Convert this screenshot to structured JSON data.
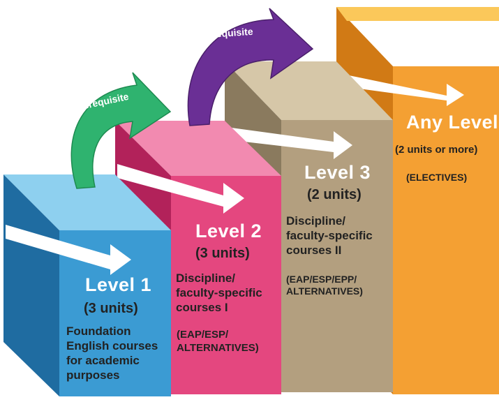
{
  "diagram": {
    "arrows": [
      {
        "label": "Prerequisite",
        "color": "#2fb36f"
      },
      {
        "label": "Prerequisite",
        "color": "#6a2f95"
      }
    ],
    "levels": [
      {
        "title": "Level 1",
        "units": "(3 units)",
        "description": [
          "Foundation",
          "English courses",
          "for academic",
          "purposes"
        ],
        "types": [],
        "colors": {
          "front": "#3b9bd3",
          "top": "#8ed0ef",
          "side": "#1f6ca1"
        }
      },
      {
        "title": "Level 2",
        "units": "(3 units)",
        "description": [
          "Discipline/",
          "faculty-specific",
          "courses I"
        ],
        "types": [
          "(EAP/ESP/",
          "ALTERNATIVES)"
        ],
        "colors": {
          "front": "#e4477f",
          "top": "#f28ab0",
          "side": "#b2225a"
        }
      },
      {
        "title": "Level 3",
        "units": "(2 units)",
        "description": [
          "Discipline/",
          "faculty-specific",
          "courses II"
        ],
        "types": [
          "(EAP/ESP/EPP/",
          "ALTERNATIVES)"
        ],
        "colors": {
          "front": "#b39f7f",
          "top": "#d6c7a8",
          "side": "#7e6d52"
        }
      },
      {
        "title": "Any Level",
        "units": "(2 units or more)",
        "description": [],
        "types": [
          "(ELECTIVES)"
        ],
        "colors": {
          "front": "#f4a033",
          "top": "#fcd36a",
          "side": "#d17a15"
        }
      }
    ]
  }
}
